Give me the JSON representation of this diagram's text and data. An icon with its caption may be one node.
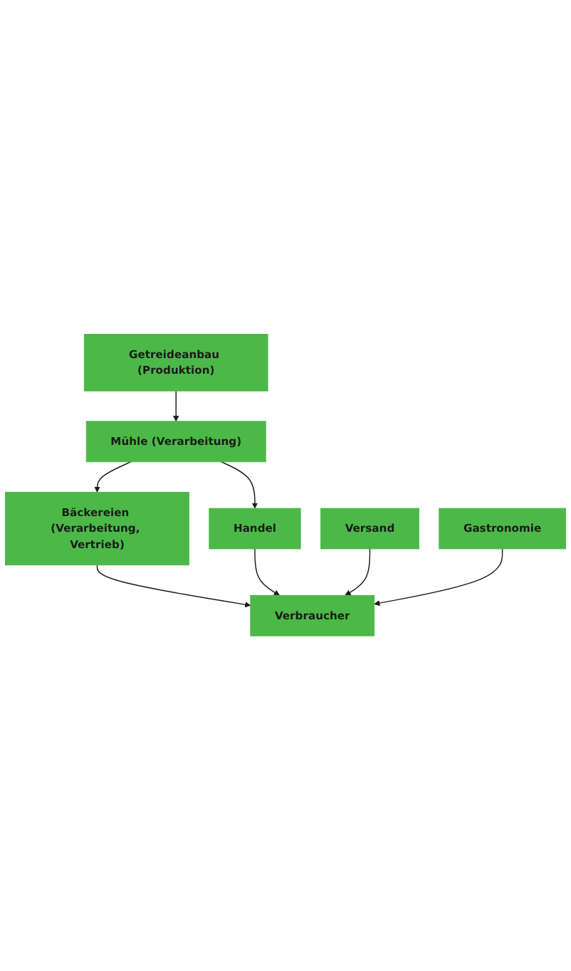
{
  "diagram": {
    "nodes": [
      {
        "text": [
          "Getreideanbau (Produktion)"
        ]
      },
      {
        "text": [
          "Mühle (Verarbeitung)"
        ]
      },
      {
        "text": [
          "Bäckereien (Verarbeitung, Vertrieb)"
        ]
      },
      {
        "text": [
          "Handel"
        ]
      },
      {
        "text": [
          "Versand"
        ]
      },
      {
        "text": [
          "Gastronomie"
        ]
      },
      {
        "text": [
          "Verbraucher"
        ]
      }
    ],
    "edges": [
      {
        "from": 0,
        "to": 1,
        "arrow": "to"
      },
      {
        "from": 1,
        "to": 2,
        "arrow": "to"
      },
      {
        "from": 1,
        "to": 3,
        "arrow": "to"
      },
      {
        "from": 2,
        "to": 6,
        "arrow": "to"
      },
      {
        "from": 3,
        "to": 6,
        "arrow": "to"
      },
      {
        "from": 4,
        "to": 6,
        "arrow": "to"
      },
      {
        "from": 5,
        "to": 6,
        "arrow": "to"
      }
    ]
  }
}
